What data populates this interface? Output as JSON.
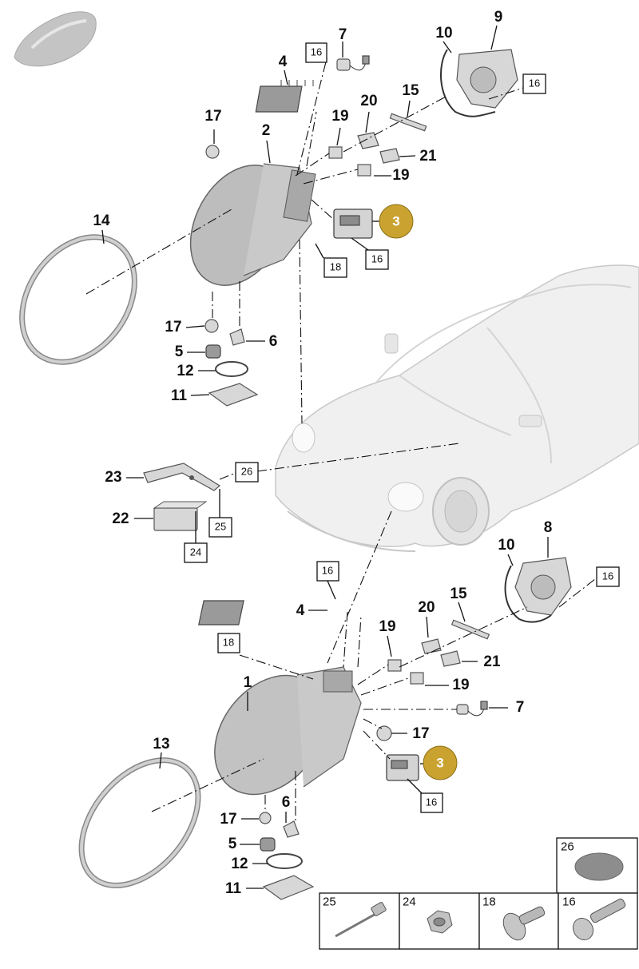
{
  "callouts": {
    "top": {
      "n9": "9",
      "n10": "10",
      "n7": "7",
      "n4": "4",
      "n15": "15",
      "n17a": "17",
      "n2": "2",
      "n19a": "19",
      "n20": "20",
      "n21": "21",
      "n19b": "19",
      "n14": "14",
      "n17b": "17",
      "n6": "6",
      "n5": "5",
      "n12": "12",
      "n11": "11"
    },
    "middle": {
      "n23": "23",
      "n22": "22"
    },
    "bottom": {
      "n8": "8",
      "n10": "10",
      "n15": "15",
      "n4": "4",
      "n20": "20",
      "n19a": "19",
      "n21": "21",
      "n1": "1",
      "n19b": "19",
      "n7": "7",
      "n17a": "17",
      "n13": "13",
      "n6": "6",
      "n17b": "17",
      "n5": "5",
      "n12": "12",
      "n11": "11"
    }
  },
  "boxed_refs": {
    "top_a": "16",
    "top_b": "16",
    "top_c": "16",
    "top_18": "18",
    "mid_26": "26",
    "mid_25": "25",
    "mid_24": "24",
    "bot_a": "16",
    "bot_18": "18",
    "bot_b": "16",
    "bot_c": "16"
  },
  "highlight": {
    "top": "3",
    "bottom": "3",
    "color": "#c9a230"
  },
  "legend": {
    "items": [
      {
        "num": "26",
        "icon": "round-pad-icon"
      },
      {
        "num": "25",
        "icon": "rivet-pin-icon"
      },
      {
        "num": "24",
        "icon": "hex-nut-icon"
      },
      {
        "num": "18",
        "icon": "flange-screw-icon"
      },
      {
        "num": "16",
        "icon": "torx-screw-icon"
      }
    ]
  },
  "icons": [
    "car-thumbnail-icon"
  ]
}
